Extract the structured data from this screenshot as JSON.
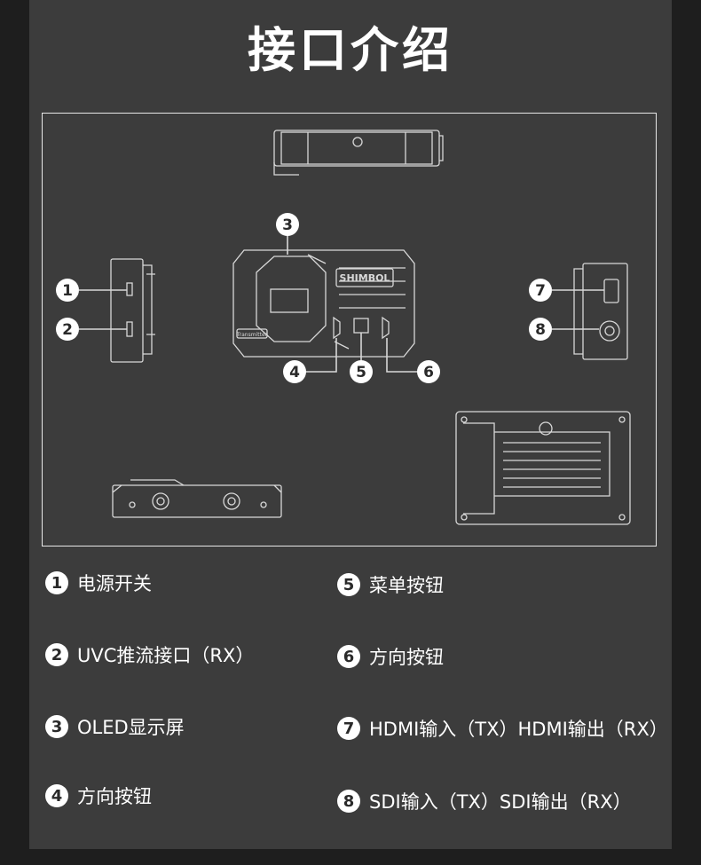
{
  "title": "接口介绍",
  "brand": "SHIMBOL",
  "device_label": "Transmitter",
  "callouts": [
    "1",
    "2",
    "3",
    "4",
    "5",
    "6",
    "7",
    "8"
  ],
  "legend": [
    {
      "num": "1",
      "text": "电源开关"
    },
    {
      "num": "2",
      "text": "UVC推流接口（RX）"
    },
    {
      "num": "3",
      "text": "OLED显示屏"
    },
    {
      "num": "4",
      "text": "方向按钮"
    },
    {
      "num": "5",
      "text": "菜单按钮"
    },
    {
      "num": "6",
      "text": "方向按钮"
    },
    {
      "num": "7",
      "text": "HDMI输入（TX）HDMI输出（RX）"
    },
    {
      "num": "8",
      "text": "SDI输入（TX）SDI输出（RX）"
    }
  ],
  "colors": {
    "background": "#1e1e1e",
    "panel": "#3c3c3c",
    "line": "#d8d8d8",
    "text": "#ffffff"
  }
}
